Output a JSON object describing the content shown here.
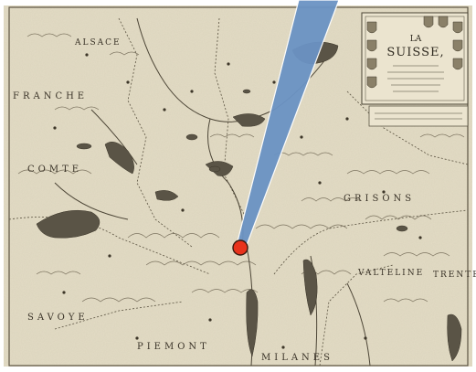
{
  "map": {
    "title_line1": "LA",
    "title_line2": "SUISSE,",
    "regions": [
      {
        "key": "alsace",
        "label": "ALSACE"
      },
      {
        "key": "franche",
        "label": "FRANCHE"
      },
      {
        "key": "comte",
        "label": "COMTE"
      },
      {
        "key": "savoye",
        "label": "SAVOYE"
      },
      {
        "key": "piemont",
        "label": "PIEMONT"
      },
      {
        "key": "milanes",
        "label": "MILANES"
      },
      {
        "key": "valteline",
        "label": "VALTELINE"
      },
      {
        "key": "grisons",
        "label": "GRISONS"
      },
      {
        "key": "trente",
        "label": "TRENTE"
      }
    ]
  },
  "overlay": {
    "pin_color": "#e8331c",
    "pointer_color": "#6b93c4"
  },
  "colors": {
    "paper": "#e3dcc5",
    "ink": "#3d3628",
    "lake": "#5a5446"
  }
}
